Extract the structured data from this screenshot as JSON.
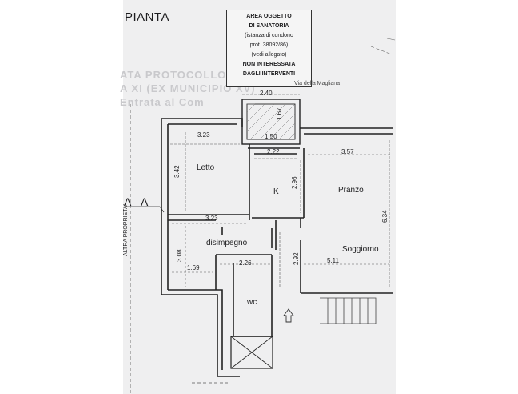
{
  "sheet": {
    "title": "PIANTA",
    "note_lines": [
      "AREA OGGETTO",
      "DI SANATORIA",
      "(istanza di condono",
      "prot. 38092/86)",
      "(vedi allegato)",
      "NON INTERESSATA",
      "DAGLI INTERVENTI"
    ],
    "street": "Via della Magliana",
    "section_mark": "A",
    "neighbor_label": "ALTRA PROPRIETA'",
    "faded_text": [
      "ATA PROTOCOLLO",
      "A XI (EX MUNICIPIO XV)",
      "Entrata al Com"
    ]
  },
  "rooms": {
    "letto": "Letto",
    "k": "K",
    "pranzo": "Pranzo",
    "disimpegno": "disimpegno",
    "soggiorno": "Soggiorno",
    "wc": "wc"
  },
  "dimensions": {
    "balcony_width": "2.40",
    "balcony_depth": "1.67",
    "balcony_inner": "1.50",
    "letto_width": "3.23",
    "letto_height": "3.42",
    "k_width": "2.22",
    "k_height": "2.96",
    "pranzo_width": "3.57",
    "living_height": "6.34",
    "disimpegno_width": "3.23",
    "disimpegno_height": "3.08",
    "disimpegno_short": "1.69",
    "wc_width": "2.26",
    "soggiorno_left": "2.92",
    "soggiorno_width": "5.11"
  }
}
